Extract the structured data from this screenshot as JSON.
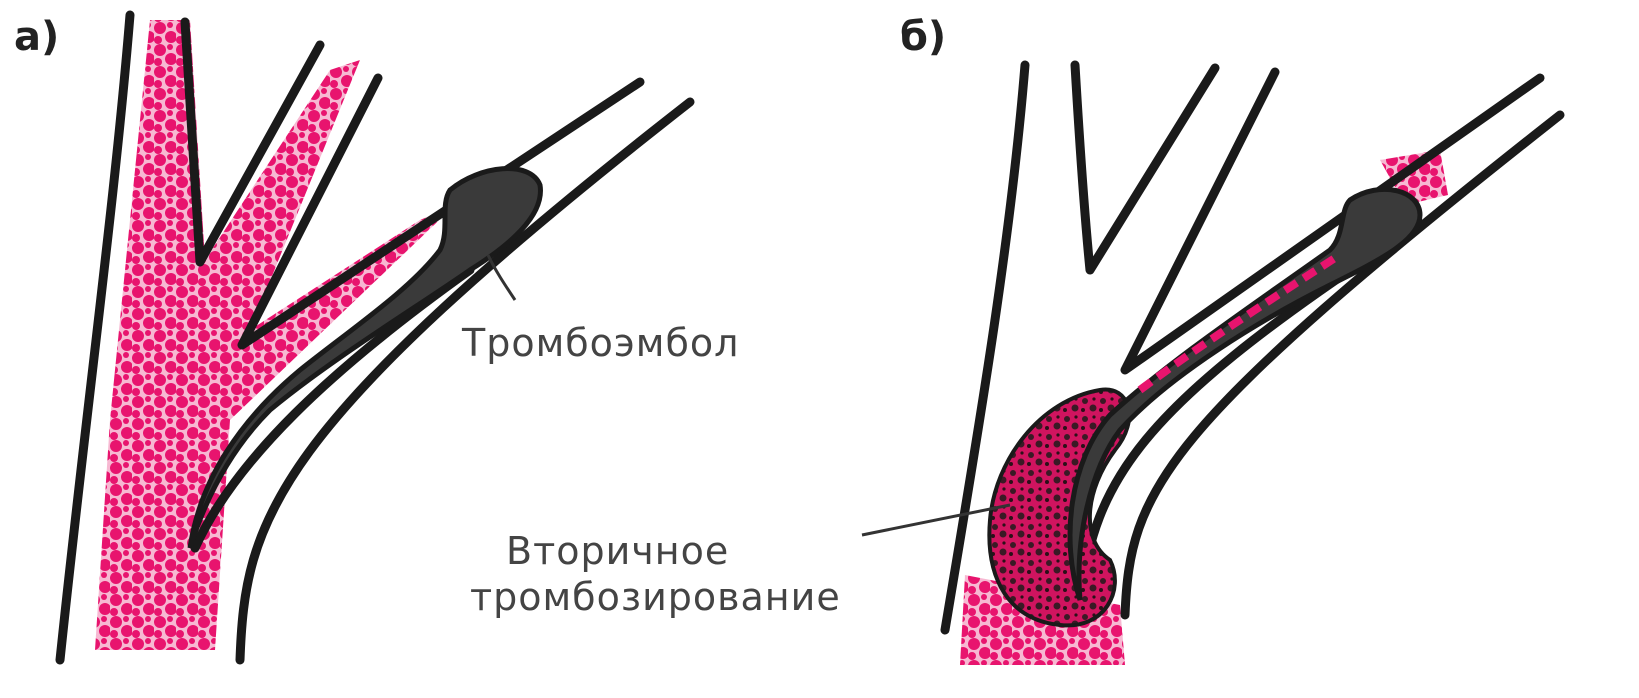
{
  "panels": {
    "a": {
      "label": "а)"
    },
    "b": {
      "label": "б)"
    }
  },
  "annotations": {
    "thromboembolus": "Тромбоэмбол",
    "secondary_line1": "Вторичное",
    "secondary_line2": "тромбозирование"
  },
  "colors": {
    "blood": "#e8146e",
    "vessel_wall": "#1a1a1a",
    "thrombus": "#3a3a3a",
    "text": "#444444"
  }
}
